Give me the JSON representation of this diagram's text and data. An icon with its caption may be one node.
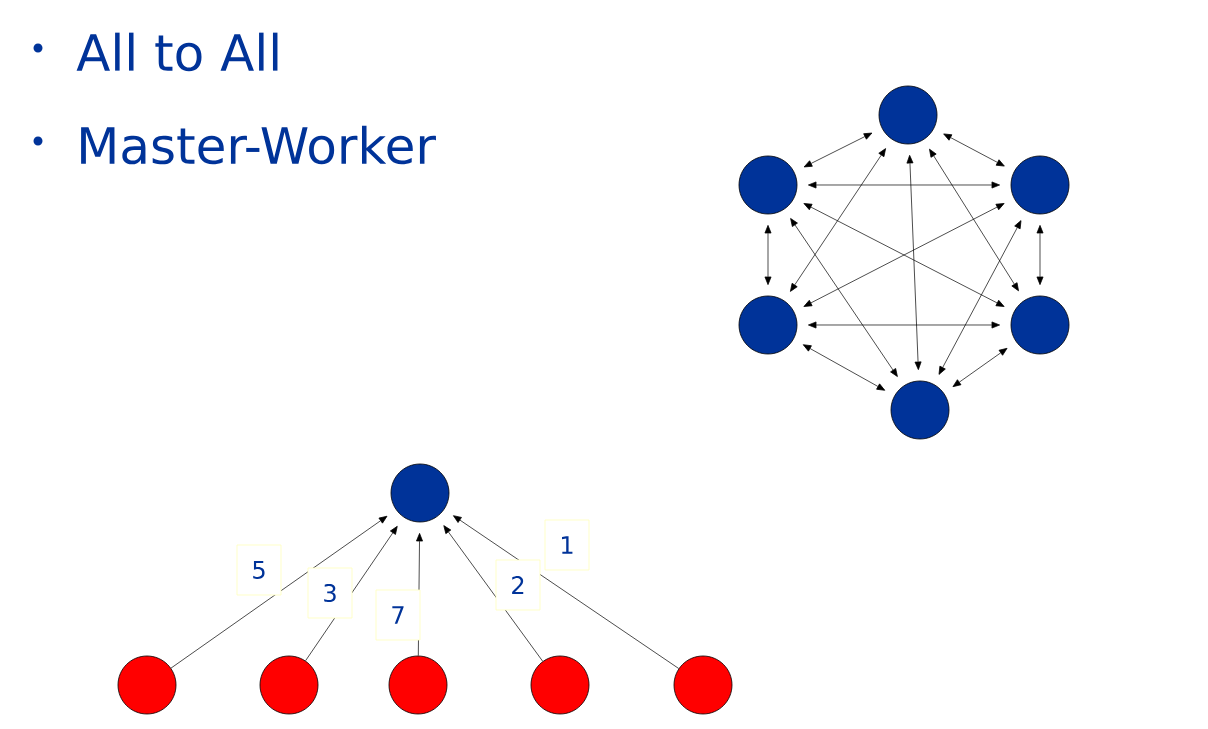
{
  "diagram": {
    "nodes": [
      {
        "text": [],
        "shape": "circle"
      },
      {
        "text": [],
        "shape": "circle"
      },
      {
        "text": [],
        "shape": "circle"
      },
      {
        "text": [],
        "shape": "circle"
      },
      {
        "text": [],
        "shape": "circle"
      },
      {
        "text": [],
        "shape": "circle"
      },
      {
        "text": [],
        "shape": "circle"
      },
      {
        "text": [],
        "shape": "circle"
      },
      {
        "text": [],
        "shape": "circle"
      },
      {
        "text": [],
        "shape": "circle"
      },
      {
        "text": [],
        "shape": "circle"
      },
      {
        "text": [],
        "shape": "circle"
      }
    ],
    "edges": [
      {
        "from": 0,
        "to": 1,
        "arrow": "both"
      },
      {
        "from": 0,
        "to": 2,
        "arrow": "both"
      },
      {
        "from": 0,
        "to": 3,
        "arrow": "both"
      },
      {
        "from": 0,
        "to": 4,
        "arrow": "both"
      },
      {
        "from": 0,
        "to": 5,
        "arrow": "both"
      },
      {
        "from": 1,
        "to": 2,
        "arrow": "both"
      },
      {
        "from": 1,
        "to": 3,
        "arrow": "both"
      },
      {
        "from": 1,
        "to": 4,
        "arrow": "both"
      },
      {
        "from": 1,
        "to": 5,
        "arrow": "both"
      },
      {
        "from": 2,
        "to": 3,
        "arrow": "both"
      },
      {
        "from": 2,
        "to": 4,
        "arrow": "both"
      },
      {
        "from": 2,
        "to": 5,
        "arrow": "both"
      },
      {
        "from": 3,
        "to": 4,
        "arrow": "both"
      },
      {
        "from": 3,
        "to": 5,
        "arrow": "both"
      },
      {
        "from": 4,
        "to": 5,
        "arrow": "both"
      },
      {
        "from": 7,
        "to": 6,
        "arrow": "to",
        "label": "5"
      },
      {
        "from": 8,
        "to": 6,
        "arrow": "to",
        "label": "3"
      },
      {
        "from": 9,
        "to": 6,
        "arrow": "to",
        "label": "7"
      },
      {
        "from": 10,
        "to": 6,
        "arrow": "to",
        "label": "2"
      },
      {
        "from": 11,
        "to": 6,
        "arrow": "to",
        "label": "1"
      }
    ],
    "labels": [
      "All to All",
      "Master-Worker"
    ]
  }
}
